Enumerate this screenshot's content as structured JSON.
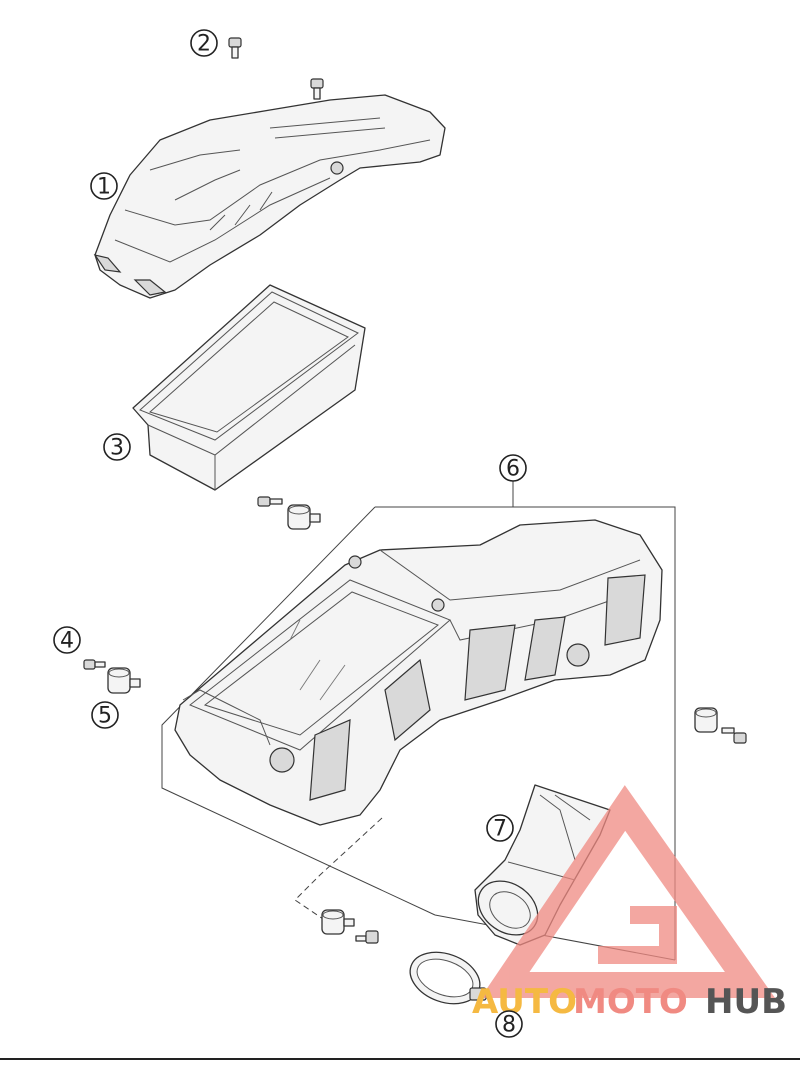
{
  "callouts": [
    {
      "id": "1",
      "label": "1"
    },
    {
      "id": "2",
      "label": "2"
    },
    {
      "id": "3",
      "label": "3"
    },
    {
      "id": "4",
      "label": "4"
    },
    {
      "id": "5",
      "label": "5"
    },
    {
      "id": "6",
      "label": "6"
    },
    {
      "id": "7",
      "label": "7"
    },
    {
      "id": "8",
      "label": "8"
    }
  ],
  "watermark": {
    "word_a": "AUTO",
    "word_b": "MOTO",
    "word_c": "HUB",
    "color_a": "#f5b942",
    "color_b": "#f08a82",
    "color_c": "#555555",
    "triangle_color": "#f08a82"
  }
}
